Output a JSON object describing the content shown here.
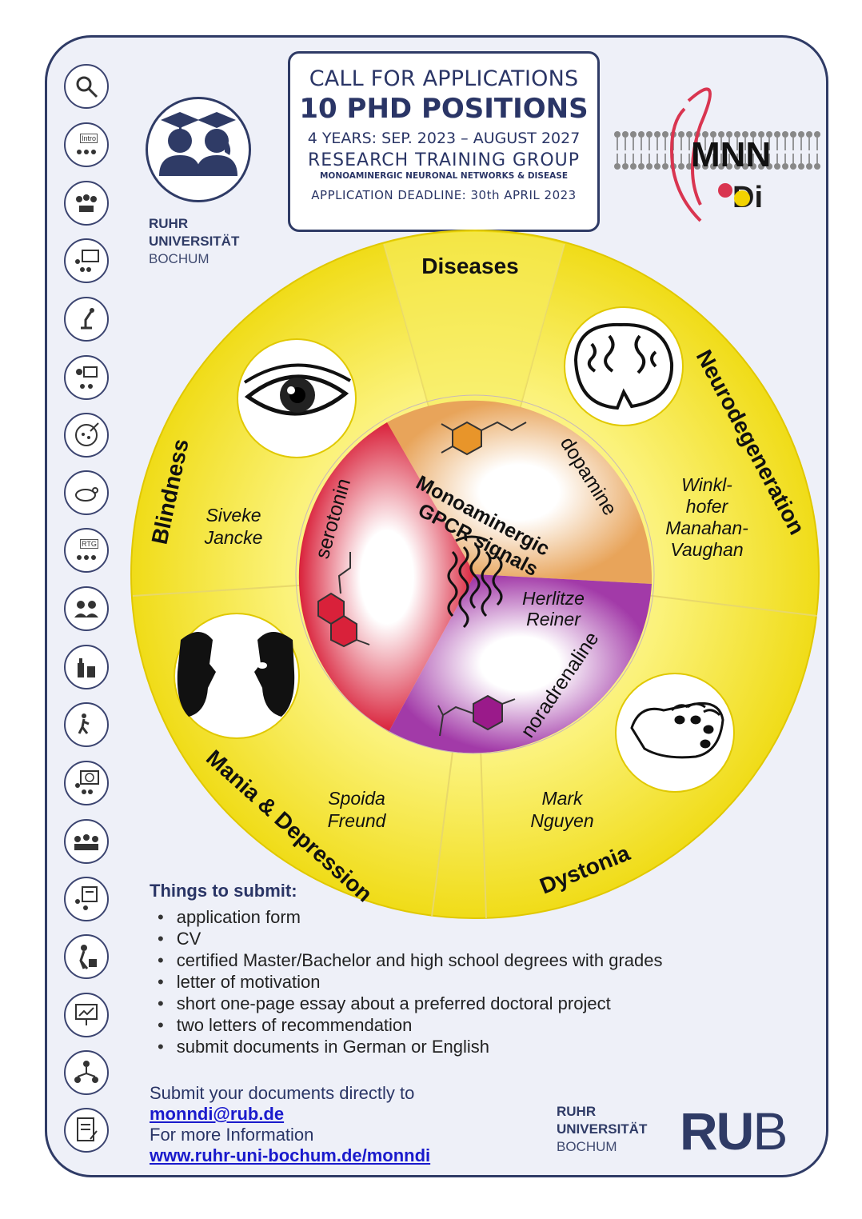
{
  "header": {
    "line1": "CALL FOR APPLICATIONS",
    "line2": "10 PHD POSITIONS",
    "line3": "4 YEARS: SEP. 2023 – AUGUST 2027",
    "line4": "RESEARCH TRAINING GROUP",
    "line5": "MONOAMINERGIC NEURONAL NETWORKS & DISEASE",
    "line6": "APPLICATION DEADLINE:  30th  APRIL  2023"
  },
  "university": {
    "line1": "RUHR",
    "line2": "UNIVERSITÄT",
    "line3": "BOCHUM",
    "logo_letters": "RU",
    "logo_letter_b": "B"
  },
  "monndi_logo": {
    "row1": "MNN",
    "row2": "Di"
  },
  "sidebar_icons": [
    {
      "name": "search-people-icon"
    },
    {
      "name": "intro-presentation-icon",
      "label": "Intro"
    },
    {
      "name": "group-meeting-icon"
    },
    {
      "name": "lecture-icon"
    },
    {
      "name": "microscope-icon"
    },
    {
      "name": "discussion-icon"
    },
    {
      "name": "petri-dish-icon"
    },
    {
      "name": "mouse-icon"
    },
    {
      "name": "rtg-presentation-icon",
      "label": "RTG"
    },
    {
      "name": "team-icon"
    },
    {
      "name": "lab-bottles-icon"
    },
    {
      "name": "career-steps-icon"
    },
    {
      "name": "international-icon"
    },
    {
      "name": "audience-icon"
    },
    {
      "name": "report-icon"
    },
    {
      "name": "job-seeker-icon"
    },
    {
      "name": "statistics-monitor-icon"
    },
    {
      "name": "network-icon"
    },
    {
      "name": "document-edit-icon"
    }
  ],
  "wheel": {
    "sector_titles": {
      "diseases": "Diseases",
      "neurodegeneration": "Neurodegeneration",
      "dystonia": "Dystonia",
      "mania_depression": "Mania & Depression",
      "blindness": "Blindness"
    },
    "names": {
      "blindness_1": "Siveke",
      "blindness_2": "Jancke",
      "neuro_1": "Winkl-",
      "neuro_2": "hofer",
      "neuro_3": "Manahan-",
      "neuro_4": "Vaughan",
      "dystonia_1": "Mark",
      "dystonia_2": "Nguyen",
      "mania_1": "Spoida",
      "mania_2": "Freund",
      "center_1": "Herlitze",
      "center_2": "Reiner"
    },
    "inner": {
      "serotonin": "serotonin",
      "dopamine": "dopamine",
      "noradrenaline": "noradrenaline",
      "center_1": "Monoaminergic",
      "center_2": "GPCR signals"
    },
    "colors": {
      "outer_yellow": "#f3e422",
      "serotonin_red": "#d9213a",
      "dopamine_orange": "#e89a3c",
      "noradrenaline_purple": "#9a2a9a"
    }
  },
  "things": {
    "title": "Things to submit:",
    "items": [
      "application form",
      "CV",
      "certified Master/Bachelor and high school degrees with grades",
      "letter of motivation",
      "short one-page essay about a preferred doctoral project",
      "two letters of recommendation",
      "submit documents in German or English"
    ]
  },
  "submit": {
    "line1": "Submit your documents directly to",
    "email": "monndi@rub.de",
    "line2": "For more Information",
    "url": "www.ruhr-uni-bochum.de/monndi"
  }
}
